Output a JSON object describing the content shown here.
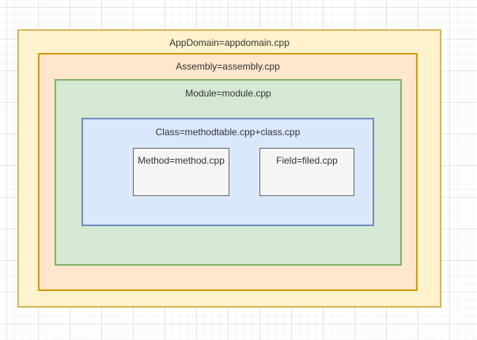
{
  "canvas": {
    "background": "#ffffff",
    "grid_minor_color": "#f5f5f5",
    "grid_major_color": "#e4e4e4"
  },
  "diagram": {
    "appdomain": {
      "label": "AppDomain=appdomain.cpp",
      "fill": "#FFF2CC",
      "stroke": "#D6B656"
    },
    "assembly": {
      "label": "Assembly=assembly.cpp",
      "fill": "#FFE6CC",
      "stroke": "#D79B00"
    },
    "module": {
      "label": "Module=module.cpp",
      "fill": "#D5E8D4",
      "stroke": "#82B366"
    },
    "class": {
      "label": "Class=methodtable.cpp+class.cpp",
      "fill": "#DAE8FC",
      "stroke": "#6C8EBF"
    },
    "method": {
      "label": "Method=method.cpp",
      "fill": "#F5F5F5",
      "stroke": "#666666"
    },
    "field": {
      "label": "Field=filed.cpp",
      "fill": "#F5F5F5",
      "stroke": "#666666"
    }
  }
}
